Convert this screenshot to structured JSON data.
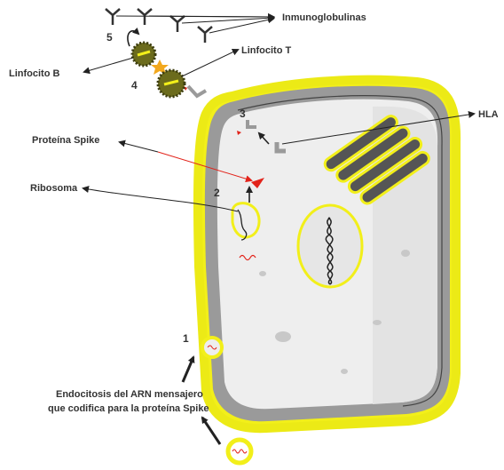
{
  "diagram": {
    "labels": {
      "inmunoglobulinas": "Inmunoglobulinas",
      "linfocito_t": "Linfocito T",
      "linfocito_b": "Linfocito B",
      "hla": "HLA",
      "proteina_spike": "Proteína Spike",
      "ribosoma": "Ribosoma",
      "endocitosis_line1": "Endocitosis del ARN mensajero",
      "endocitosis_line2": "que codifica para la proteína Spike"
    },
    "steps": [
      "1",
      "2",
      "3",
      "4",
      "5"
    ],
    "colors": {
      "membrane_dots": "#f2ef1a",
      "cytoplasm": "#eeeeee",
      "membrane": "#9a9a9a",
      "golgi": "#555555",
      "spike": "#e2231a",
      "lymphocyte": "#6b6b1c",
      "antigen_star": "#f2a81d",
      "arrow": "#222222"
    },
    "icons": [
      "y-antibody-icon",
      "star-antigen-icon",
      "arrow-icon",
      "curved-arrow-icon"
    ]
  }
}
